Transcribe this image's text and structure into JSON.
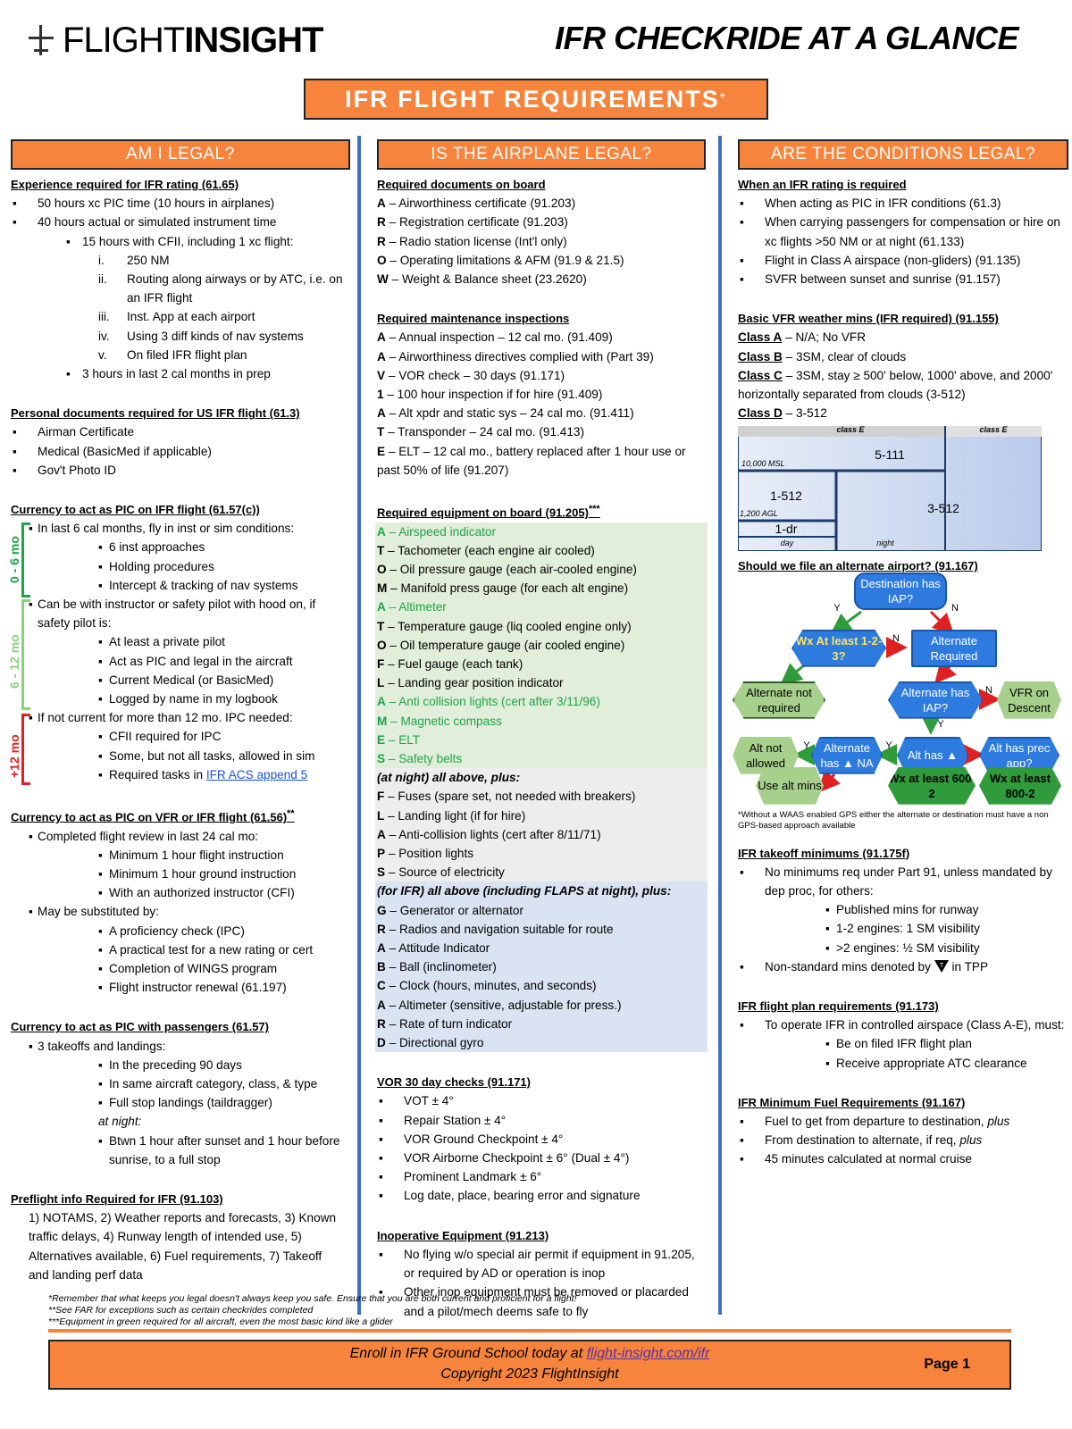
{
  "header": {
    "brand_light": "FLIGHT",
    "brand_bold": "INSIGHT",
    "title": "IFR CHECKRIDE AT A GLANCE"
  },
  "banner": {
    "text": "IFR FLIGHT REQUIREMENTS",
    "mark": "*"
  },
  "col1": {
    "header": "AM I LEGAL?",
    "exp_title": "Experience required for IFR rating (61.65)",
    "exp_items": [
      "50 hours xc PIC time (10 hours in airplanes)",
      "40 hours actual or simulated instrument time"
    ],
    "cfii_item": "15 hours with CFII, including 1 xc flight:",
    "roman": [
      {
        "n": "i.",
        "t": "250 NM"
      },
      {
        "n": "ii.",
        "t": "Routing along airways or by ATC, i.e. on an IFR flight"
      },
      {
        "n": "iii.",
        "t": "Inst. App at each airport"
      },
      {
        "n": "iv.",
        "t": "Using 3 diff kinds of nav systems"
      },
      {
        "n": "v.",
        "t": "On filed IFR flight plan"
      }
    ],
    "prep_item": "3 hours in last 2 cal months in prep",
    "docs_title": "Personal documents required for US IFR flight (61.3)",
    "docs_items": [
      "Airman Certificate",
      "Medical (BasicMed if applicable)",
      "Gov't Photo ID"
    ],
    "cur_title": "Currency to act as PIC on IFR flight (61.57(c))",
    "cur_a": "In last 6 cal months, fly in inst or sim conditions:",
    "cur_a_items": [
      "6 inst approaches",
      "Holding procedures",
      "Intercept & tracking of nav systems"
    ],
    "cur_b": "Can be with instructor or safety pilot with hood on, if safety pilot is:",
    "cur_b_items": [
      "At least a private pilot",
      "Act as PIC and legal in the aircraft",
      "Current Medical (or BasicMed)",
      "Logged by name in my logbook"
    ],
    "cur_c": "If not current for more than 12 mo. IPC needed:",
    "cur_c_items": [
      "CFII required for IPC",
      "Some, but not all tasks, allowed in sim"
    ],
    "cur_c_last": "Required tasks in ",
    "cur_c_link": "IFR ACS append 5",
    "brackets": {
      "b1": "0 - 6 mo",
      "b2": "6 - 12 mo",
      "b3": "+12 mo"
    },
    "vfr_title": "Currency to act as PIC on VFR or IFR flight (61.56)",
    "vfr_mark": "**",
    "vfr_a": "Completed flight review in last 24 cal mo:",
    "vfr_a_items": [
      "Minimum 1 hour flight instruction",
      "Minimum 1 hour ground instruction",
      "With an authorized instructor (CFI)"
    ],
    "vfr_b": "May be substituted by:",
    "vfr_b_items": [
      "A proficiency check (IPC)",
      "A practical test for a new rating or cert",
      "Completion of WINGS program",
      "Flight instructor renewal (61.197)"
    ],
    "pax_title": "Currency to act as PIC with passengers (61.57)",
    "pax_a": "3 takeoffs and landings:",
    "pax_items": [
      "In the preceding 90 days",
      "In same aircraft category, class, & type",
      "Full stop landings (taildragger)"
    ],
    "pax_night": "at night:",
    "pax_night_item": "Btwn 1 hour after sunset and 1 hour before sunrise, to a full stop",
    "pre_title": "Preflight info Required for IFR (91.103)",
    "pre_text": "1) NOTAMS, 2) Weather reports and forecasts, 3) Known traffic delays, 4) Runway length of intended use, 5) Alternatives available, 6) Fuel requirements, 7) Takeoff and landing perf data"
  },
  "col2": {
    "header": "IS THE AIRPLANE LEGAL?",
    "docs_title": "Required documents on board",
    "docs": [
      {
        "l": "A",
        "t": " – Airworthiness certificate (91.203)"
      },
      {
        "l": "R",
        "t": " – Registration certificate (91.203)"
      },
      {
        "l": "R",
        "t": " – Radio station license (Int'l only)"
      },
      {
        "l": "O",
        "t": " – Operating limitations & AFM (91.9 & 21.5)"
      },
      {
        "l": "W",
        "t": " – Weight & Balance sheet (23.2620)"
      }
    ],
    "maint_title": "Required maintenance inspections",
    "maint": [
      {
        "l": "A",
        "t": " – Annual inspection – 12 cal mo. (91.409)"
      },
      {
        "l": "A",
        "t": " – Airworthiness directives complied with (Part 39)"
      },
      {
        "l": "V",
        "t": " – VOR check – 30 days (91.171)"
      },
      {
        "l": "1",
        "t": " – 100 hour inspection if for hire (91.409)"
      },
      {
        "l": "A",
        "t": " – Alt xpdr and static sys – 24 cal mo. (91.411)"
      },
      {
        "l": "T",
        "t": " – Transponder – 24 cal mo. (91.413)"
      },
      {
        "l": "E",
        "t": " – ELT – 12 cal mo., battery replaced after 1 hour use or past 50% of life (91.207)"
      }
    ],
    "equip_title": "Required equipment on board (91.205)",
    "equip_mark": "***",
    "equip": [
      {
        "l": "A",
        "t": " – Airspeed indicator",
        "g": true
      },
      {
        "l": "T",
        "t": " – Tachometer (each engine air cooled)",
        "g": false
      },
      {
        "l": "O",
        "t": " – Oil pressure gauge (each air-cooled engine)",
        "g": false
      },
      {
        "l": "M",
        "t": " – Manifold press gauge (for each alt engine)",
        "g": false
      },
      {
        "l": "A",
        "t": " – Altimeter",
        "g": true
      },
      {
        "l": "T",
        "t": " – Temperature gauge (liq cooled engine only)",
        "g": false
      },
      {
        "l": "O",
        "t": " – Oil temperature gauge (air cooled engine)",
        "g": false
      },
      {
        "l": "F",
        "t": " – Fuel gauge (each tank)",
        "g": false
      },
      {
        "l": "L",
        "t": " – Landing gear position indicator",
        "g": false
      },
      {
        "l": "A",
        "t": " – Anti collision lights (cert after 3/11/96)",
        "g": true
      },
      {
        "l": "M",
        "t": " – Magnetic compass",
        "g": true
      },
      {
        "l": "E",
        "t": " – ELT",
        "g": true
      },
      {
        "l": "S",
        "t": " – Safety belts",
        "g": true
      }
    ],
    "night_title": "(at night) all above, plus:",
    "night": [
      {
        "l": "F",
        "t": " – Fuses (spare set, not needed with breakers)"
      },
      {
        "l": "L",
        "t": " – Landing light (if for hire)"
      },
      {
        "l": "A",
        "t": " – Anti-collision lights (cert after 8/11/71)"
      },
      {
        "l": "P",
        "t": " – Position lights"
      },
      {
        "l": "S",
        "t": " – Source of electricity"
      }
    ],
    "ifr_title": "(for IFR) all above (including FLAPS at night), plus:",
    "ifr": [
      {
        "l": "G",
        "t": " – Generator or alternator"
      },
      {
        "l": "R",
        "t": " – Radios and navigation suitable for route"
      },
      {
        "l": "A",
        "t": " – Attitude Indicator"
      },
      {
        "l": "B",
        "t": " – Ball (inclinometer)"
      },
      {
        "l": "C",
        "t": " – Clock (hours, minutes, and seconds)"
      },
      {
        "l": "A",
        "t": " – Altimeter (sensitive, adjustable for press.)"
      },
      {
        "l": "R",
        "t": " – Rate of turn indicator"
      },
      {
        "l": "D",
        "t": " – Directional gyro"
      }
    ],
    "vor_title": "VOR 30 day checks (91.171)",
    "vor": [
      "VOT ± 4°",
      "Repair Station ± 4°",
      "VOR Ground Checkpoint ± 4°",
      "VOR Airborne Checkpoint ± 6° (Dual ± 4°)",
      "Prominent Landmark ± 6°",
      "Log date, place, bearing error and signature"
    ],
    "inop_title": "Inoperative Equipment (91.213)",
    "inop": [
      "No flying w/o special air permit if equipment in 91.205, or required by AD or operation is inop",
      "Other inop equipment must be removed or placarded and a pilot/mech deems safe to fly"
    ]
  },
  "col3": {
    "header": "ARE THE CONDITIONS LEGAL?",
    "when_title": "When an IFR rating is required",
    "when": [
      "When acting as PIC in IFR conditions (61.3)",
      "When carrying passengers for compensation or hire on xc flights >50 NM or at night (61.133)",
      "Flight in Class A airspace (non-gliders) (91.135)",
      "SVFR between sunset and sunrise (91.157)"
    ],
    "vfr_title": "Basic VFR weather mins (IFR required) (91.155)",
    "classes": [
      {
        "c": "Class A",
        "t": " – N/A; No VFR"
      },
      {
        "c": "Class B",
        "t": " – 3SM, clear of clouds"
      },
      {
        "c": "Class C",
        "t": " – 3SM, stay ≥ 500' below, 1000' above, and 2000' horizontally separated from clouds (3-512)"
      },
      {
        "c": "Class D",
        "t": " – 3-512"
      }
    ],
    "airspace": {
      "top_left": "class E",
      "top_right": "class E",
      "alt1": "10,000 MSL",
      "alt2": "1,200 AGL",
      "b1": "5-111",
      "b2": "1-512",
      "b3": "3-512",
      "b4": "1-dr",
      "day": "day",
      "night": "night"
    },
    "alt_title": "Should we file an alternate airport? (91.167)",
    "flow": {
      "dest": "Destination has IAP?",
      "wx123": "Wx At least 1-2-3?",
      "altreq": "Alternate Required",
      "notreq": "Alternate not required",
      "althasiap": "Alternate has IAP?",
      "vfrdesc": "VFR on Descent",
      "notallowed": "Alt not allowed",
      "althasna": "Alternate has ▲ NA",
      "althas": "Alt has ▲",
      "precapp": "Alt has prec app?",
      "usealt": "Use alt mins",
      "wx6002": "Wx at least 600-2",
      "wx8002": "Wx at least 800-2",
      "y": "Y",
      "n": "N"
    },
    "flow_note": "*Without a WAAS enabled GPS either the alternate or destination must have a non GPS-based approach available",
    "to_title": "IFR takeoff minimums (91.175f)",
    "to_a": "No minimums req under Part 91, unless mandated by dep proc, for others:",
    "to_a_items": [
      "Published mins for runway",
      "1-2 engines: 1 SM visibility",
      ">2 engines: ½ SM visibility"
    ],
    "to_b": "Non-standard mins denoted by",
    "to_b2": " in TPP",
    "fp_title": "IFR flight plan requirements (91.173)",
    "fp_a": "To operate IFR in controlled airspace (Class A-E), must:",
    "fp_items": [
      "Be on filed IFR flight plan",
      "Receive appropriate ATC clearance"
    ],
    "fuel_title": "IFR Minimum Fuel Requirements (91.167)",
    "fuel": [
      {
        "t": "Fuel to get from departure to destination, ",
        "i": "plus"
      },
      {
        "t": "From destination to alternate, if req, ",
        "i": "plus"
      },
      {
        "t": "45 minutes calculated at normal cruise",
        "i": ""
      }
    ]
  },
  "footnotes": {
    "f1": "*Remember that what keeps you legal doesn't always keep you safe. Ensure that you are both current and proficient for a flight!",
    "f2": "**See FAR for exceptions such as certain checkrides completed",
    "f3": "***Equipment in green required for all aircraft, even the most basic kind like a glider"
  },
  "footer": {
    "enroll": "Enroll in IFR Ground School today at ",
    "url": "flight-insight.com/ifr",
    "copyright": "Copyright 2023 FlightInsight",
    "page": "Page 1"
  },
  "colors": {
    "orange": "#F6843C",
    "blue": "#3B6FC4",
    "green": "#1FA34A"
  }
}
